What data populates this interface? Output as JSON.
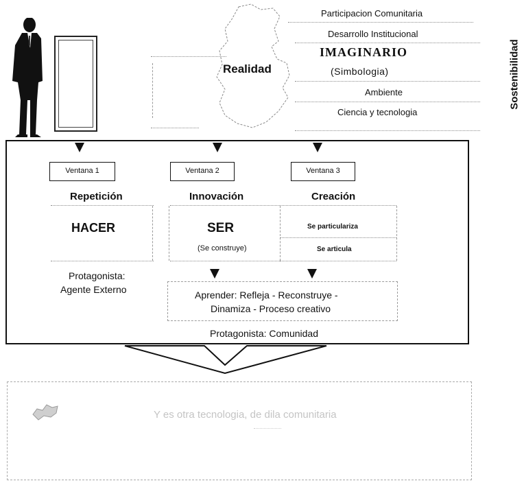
{
  "top_right": {
    "realidad": "Realidad",
    "lines": [
      "Participacion Comunitaria",
      "Desarrollo Institucional",
      "IMAGINARIO",
      "(Simbologia)",
      "Ambiente",
      "Ciencia y tecnologia"
    ],
    "vertical_label": "Sostenibilidad"
  },
  "windows": [
    {
      "label": "Ventana 1",
      "heading": "Repetición",
      "main": "HACER"
    },
    {
      "label": "Ventana 2",
      "heading": "Innovación",
      "main": "SER",
      "sub": "(Se construye)"
    },
    {
      "label": "Ventana 3",
      "heading": "Creación",
      "sub1": "Se particulariza",
      "sub2": "Se articula"
    }
  ],
  "protagonista_left": {
    "line1": "Protagonista:",
    "line2": "Agente Externo"
  },
  "aprender": {
    "line1": "Aprender:  Refleja - Reconstruye -",
    "line2": "Dinamiza - Proceso creativo"
  },
  "protagonista_bottom": "Protagonista:  Comunidad",
  "bottom_box_text": "Y es otra tecnologia, de dila comunitaria"
}
